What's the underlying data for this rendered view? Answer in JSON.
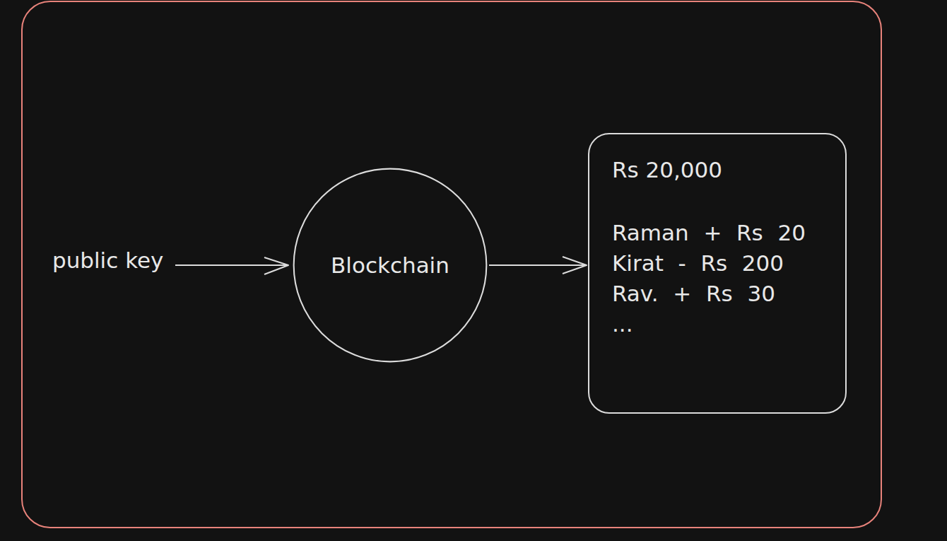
{
  "diagram": {
    "nodes": [
      {
        "text": [
          "Blockchain"
        ]
      },
      {
        "text": [
          "Rs 20,000",
          "Raman + Rs 20",
          "Kirat - Rs 200",
          "Rav. + Rs 30",
          "..."
        ]
      }
    ],
    "edges": [
      {
        "from": 0,
        "to": 1,
        "arrow": "to"
      }
    ],
    "labels": [
      "public key"
    ]
  }
}
